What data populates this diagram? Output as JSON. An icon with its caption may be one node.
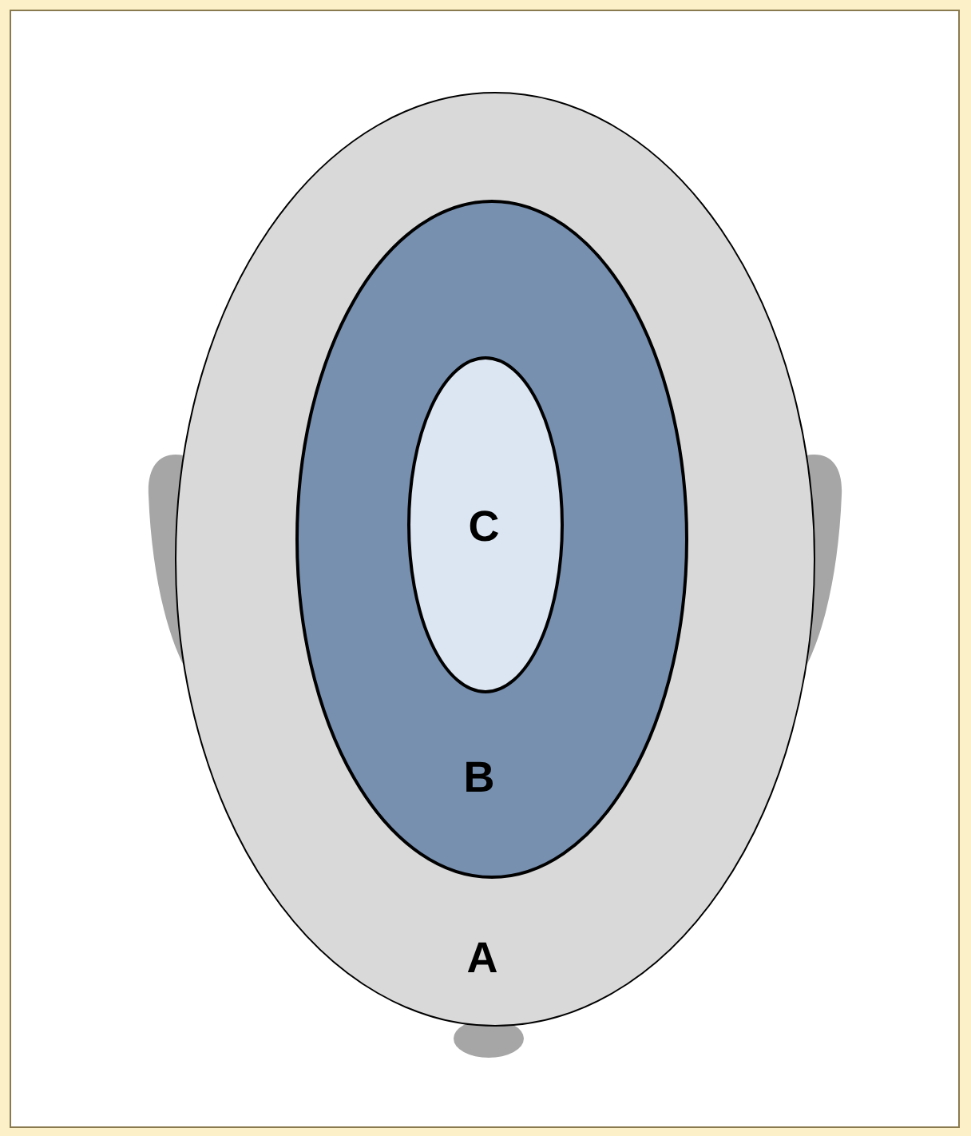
{
  "diagram": {
    "nodes": [
      {
        "text": [
          "A"
        ]
      },
      {
        "text": [
          "B"
        ],
        "in": 0
      },
      {
        "text": [
          "C"
        ],
        "in": 1
      }
    ]
  }
}
